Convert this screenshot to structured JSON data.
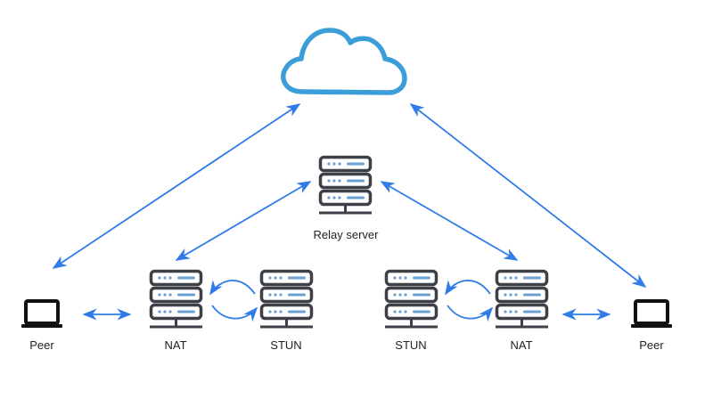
{
  "diagram": {
    "title": "",
    "colors": {
      "arrow": "#2f7be8",
      "cloud": "#3c9ed9",
      "server_frame": "#3d4147",
      "server_detail": "#6b9fd0",
      "laptop": "#111111",
      "text": "#222222"
    },
    "nodes": {
      "cloud": {
        "icon": "cloud-icon",
        "label": ""
      },
      "relay": {
        "icon": "server-icon",
        "label": "Relay server"
      },
      "peer_left": {
        "icon": "laptop-icon",
        "label": "Peer"
      },
      "nat_left": {
        "icon": "server-icon",
        "label": "NAT"
      },
      "stun_left": {
        "icon": "server-icon",
        "label": "STUN"
      },
      "stun_right": {
        "icon": "server-icon",
        "label": "STUN"
      },
      "nat_right": {
        "icon": "server-icon",
        "label": "NAT"
      },
      "peer_right": {
        "icon": "laptop-icon",
        "label": "Peer"
      }
    },
    "edges": [
      {
        "from": "peer_left",
        "to": "cloud",
        "type": "bidirectional"
      },
      {
        "from": "peer_right",
        "to": "cloud",
        "type": "bidirectional"
      },
      {
        "from": "nat_left",
        "to": "relay",
        "type": "bidirectional"
      },
      {
        "from": "nat_right",
        "to": "relay",
        "type": "bidirectional"
      },
      {
        "from": "peer_left",
        "to": "nat_left",
        "type": "bidirectional"
      },
      {
        "from": "nat_right",
        "to": "peer_right",
        "type": "bidirectional"
      },
      {
        "from": "nat_left",
        "to": "stun_left",
        "type": "exchange"
      },
      {
        "from": "stun_right",
        "to": "nat_right",
        "type": "exchange"
      }
    ]
  }
}
